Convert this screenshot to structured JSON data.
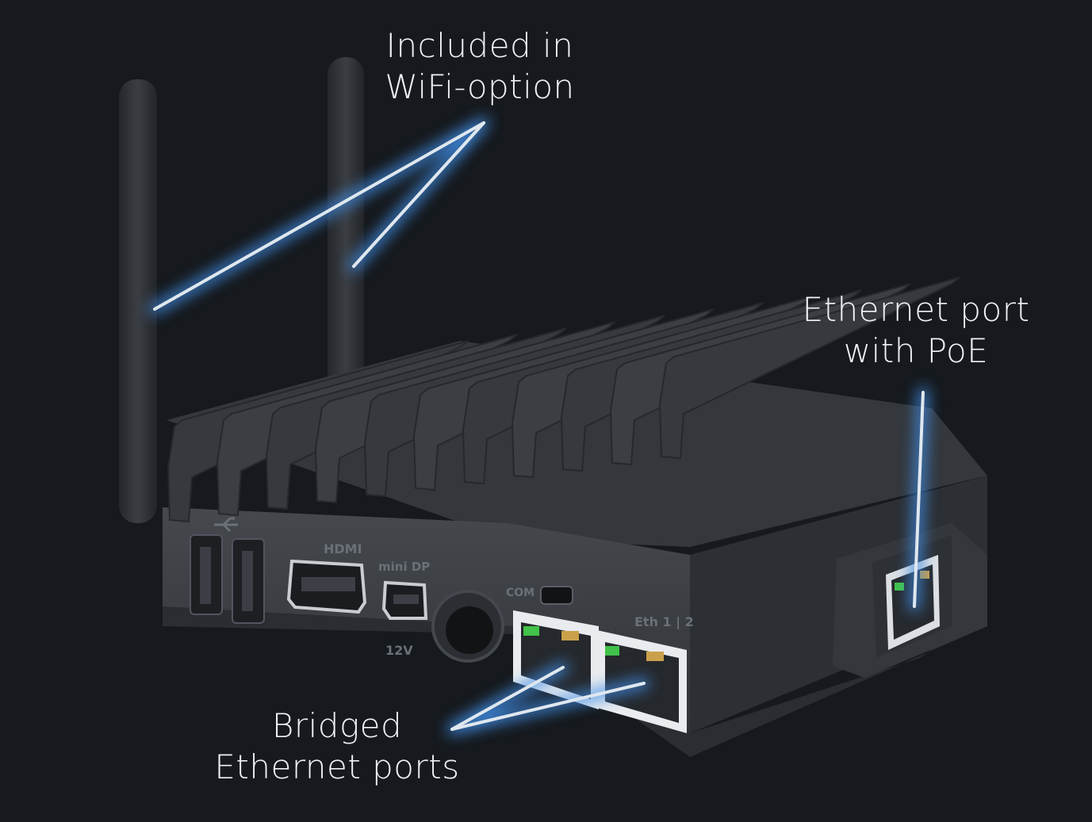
{
  "callouts": {
    "wifi": {
      "line1": "Included in",
      "line2": "WiFi-option"
    },
    "poe": {
      "line1": "Ethernet port",
      "line2": "with PoE"
    },
    "bridged": {
      "line1": "Bridged",
      "line2": "Ethernet ports"
    }
  },
  "device_labels": {
    "hdmi": "HDMI",
    "mini_dp": "mini DP",
    "power": "12V",
    "com": "COM",
    "eth": "Eth 1 | 2"
  },
  "colors": {
    "background": "#16191d",
    "device_body": "#3a3d42",
    "fin": "#2f3237",
    "antenna": "#2b2d31",
    "callout_line": "#dfe7ef",
    "glow": "#3f8ee6",
    "led_green": "#41c24a",
    "led_amber": "#caa14a"
  },
  "icons": {
    "usb": "usb-icon"
  }
}
